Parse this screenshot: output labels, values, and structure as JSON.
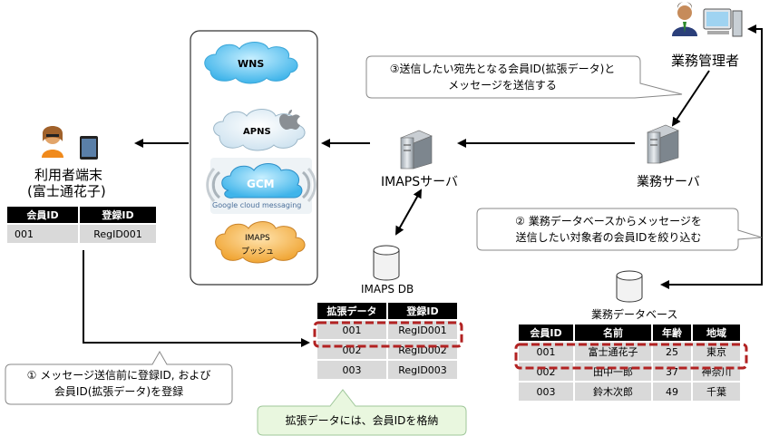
{
  "nodes": {
    "manager": "業務管理者",
    "business_server": "業務サーバ",
    "imaps_server": "IMAPSサーバ",
    "user_terminal_line1": "利用者端末",
    "user_terminal_line2": "(富士通花子)",
    "imaps_db": "IMAPS DB",
    "business_db": "業務データベース"
  },
  "clouds": {
    "wns": "WNS",
    "apns": "APNS",
    "gcm": "GCM",
    "google_caption": "Google cloud messaging",
    "imaps_push_line1": "IMAPS",
    "imaps_push_line2": "プッシュ"
  },
  "callouts": {
    "step3_line1": "③送信したい宛先となる会員ID(拡張データ)と",
    "step3_line2": "メッセージを送信する",
    "step2_line1": "② 業務データベースからメッセージを",
    "step2_line2": "送信したい対象者の会員IDを絞り込む",
    "step1_line1": "① メッセージ送信前に登録ID, および",
    "step1_line2": "会員ID(拡張データ)を登録",
    "note": "拡張データには、会員IDを格納"
  },
  "user_table": {
    "headers": [
      "会員ID",
      "登録ID"
    ],
    "rows": [
      [
        "001",
        "RegID001"
      ]
    ]
  },
  "imaps_table": {
    "headers": [
      "拡張データ",
      "登録ID"
    ],
    "rows": [
      [
        "001",
        "RegID001"
      ],
      [
        "002",
        "RegID002"
      ],
      [
        "003",
        "RegID003"
      ]
    ]
  },
  "business_table": {
    "headers": [
      "会員ID",
      "名前",
      "年齢",
      "地域"
    ],
    "rows": [
      [
        "001",
        "富士通花子",
        "25",
        "東京"
      ],
      [
        "002",
        "田中一郎",
        "37",
        "神奈川"
      ],
      [
        "003",
        "鈴木次郎",
        "49",
        "千葉"
      ]
    ]
  },
  "colors": {
    "highlight": "#b22222",
    "cloud_blue": "#5bc8f5",
    "cloud_orange": "#f5b24a",
    "note_green": "#e9f7df"
  }
}
